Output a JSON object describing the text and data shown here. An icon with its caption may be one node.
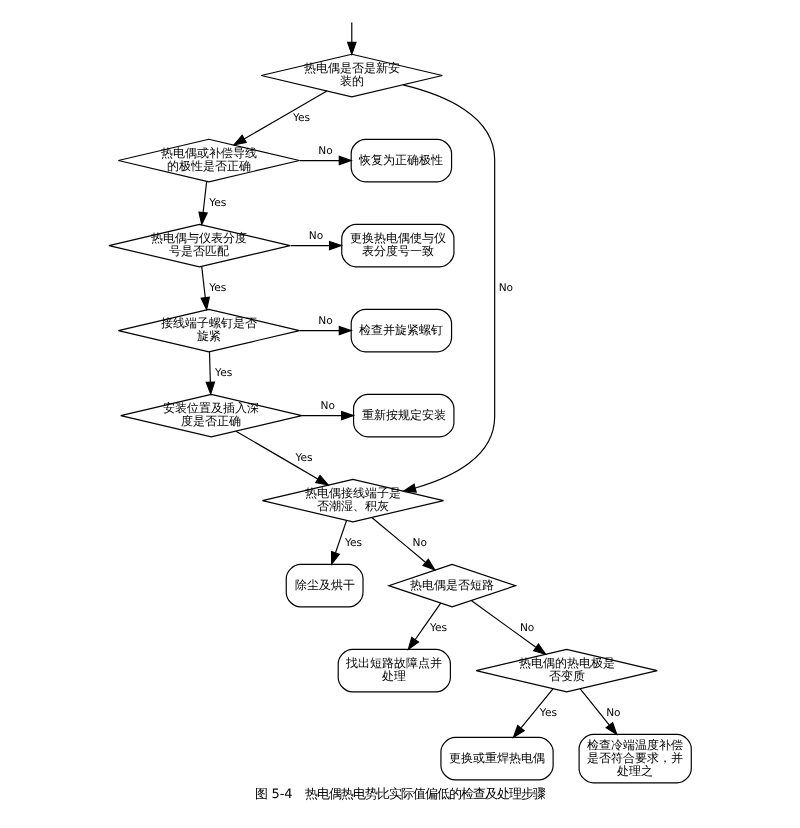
{
  "diagram": {
    "caption": "图 5-4　热电偶热电势比实际值偏低的检查及处理步骤",
    "nodes": [
      {
        "text": [
          "热电偶是否是新安装的"
        ]
      },
      {
        "text": [
          "热电偶或补偿导线的极性是否正确"
        ]
      },
      {
        "text": [
          "恢复为正确极性"
        ]
      },
      {
        "text": [
          "热电偶与仪表分度号是否匹配"
        ]
      },
      {
        "text": [
          "更换热电偶使与仪表分度号一致"
        ]
      },
      {
        "text": [
          "接线端子螺钉是否旋紧"
        ]
      },
      {
        "text": [
          "检查并旋紧螺钉"
        ]
      },
      {
        "text": [
          "安装位置及插入深度是否正确"
        ]
      },
      {
        "text": [
          "热电偶接线端子是否潮湿、积灰"
        ]
      },
      {
        "text": [
          "除尘及烘干"
        ]
      },
      {
        "text": [
          "热电偶是否短路"
        ]
      },
      {
        "text": [
          "找出短路故障点并处理"
        ]
      },
      {
        "text": [
          "热电偶的热电极是否变质"
        ]
      },
      {
        "text": [
          "更换或重焊热电偶"
        ]
      },
      {
        "text": [
          "检查冷端温度补偿是否符合要求，并处理之"
        ]
      },
      {
        "text": [
          "重新按规定安装"
        ]
      }
    ],
    "edges": [
      {
        "from": null,
        "to": 0,
        "arrow": "to"
      },
      {
        "from": 0,
        "to": 1,
        "arrow": "to",
        "label": "Yes"
      },
      {
        "from": 0,
        "to": 8,
        "arrow": "to",
        "label": "No"
      },
      {
        "from": 1,
        "to": 2,
        "arrow": "to",
        "label": "No"
      },
      {
        "from": 1,
        "to": 3,
        "arrow": "to",
        "label": "Yes"
      },
      {
        "from": 3,
        "to": 4,
        "arrow": "to",
        "label": "No"
      },
      {
        "from": 3,
        "to": 5,
        "arrow": "to",
        "label": "Yes"
      },
      {
        "from": 5,
        "to": 6,
        "arrow": "to",
        "label": "No"
      },
      {
        "from": 5,
        "to": 7,
        "arrow": "to",
        "label": "Yes"
      },
      {
        "from": 7,
        "to": 15,
        "arrow": "to",
        "label": "No"
      },
      {
        "from": 7,
        "to": 8,
        "arrow": "to",
        "label": "Yes"
      },
      {
        "from": 8,
        "to": 9,
        "arrow": "to",
        "label": "Yes"
      },
      {
        "from": 8,
        "to": 10,
        "arrow": "to",
        "label": "No"
      },
      {
        "from": 10,
        "to": 11,
        "arrow": "to",
        "label": "Yes"
      },
      {
        "from": 10,
        "to": 12,
        "arrow": "to",
        "label": "No"
      },
      {
        "from": 12,
        "to": 13,
        "arrow": "to",
        "label": "Yes"
      },
      {
        "from": 12,
        "to": 14,
        "arrow": "to",
        "label": "No"
      }
    ]
  }
}
